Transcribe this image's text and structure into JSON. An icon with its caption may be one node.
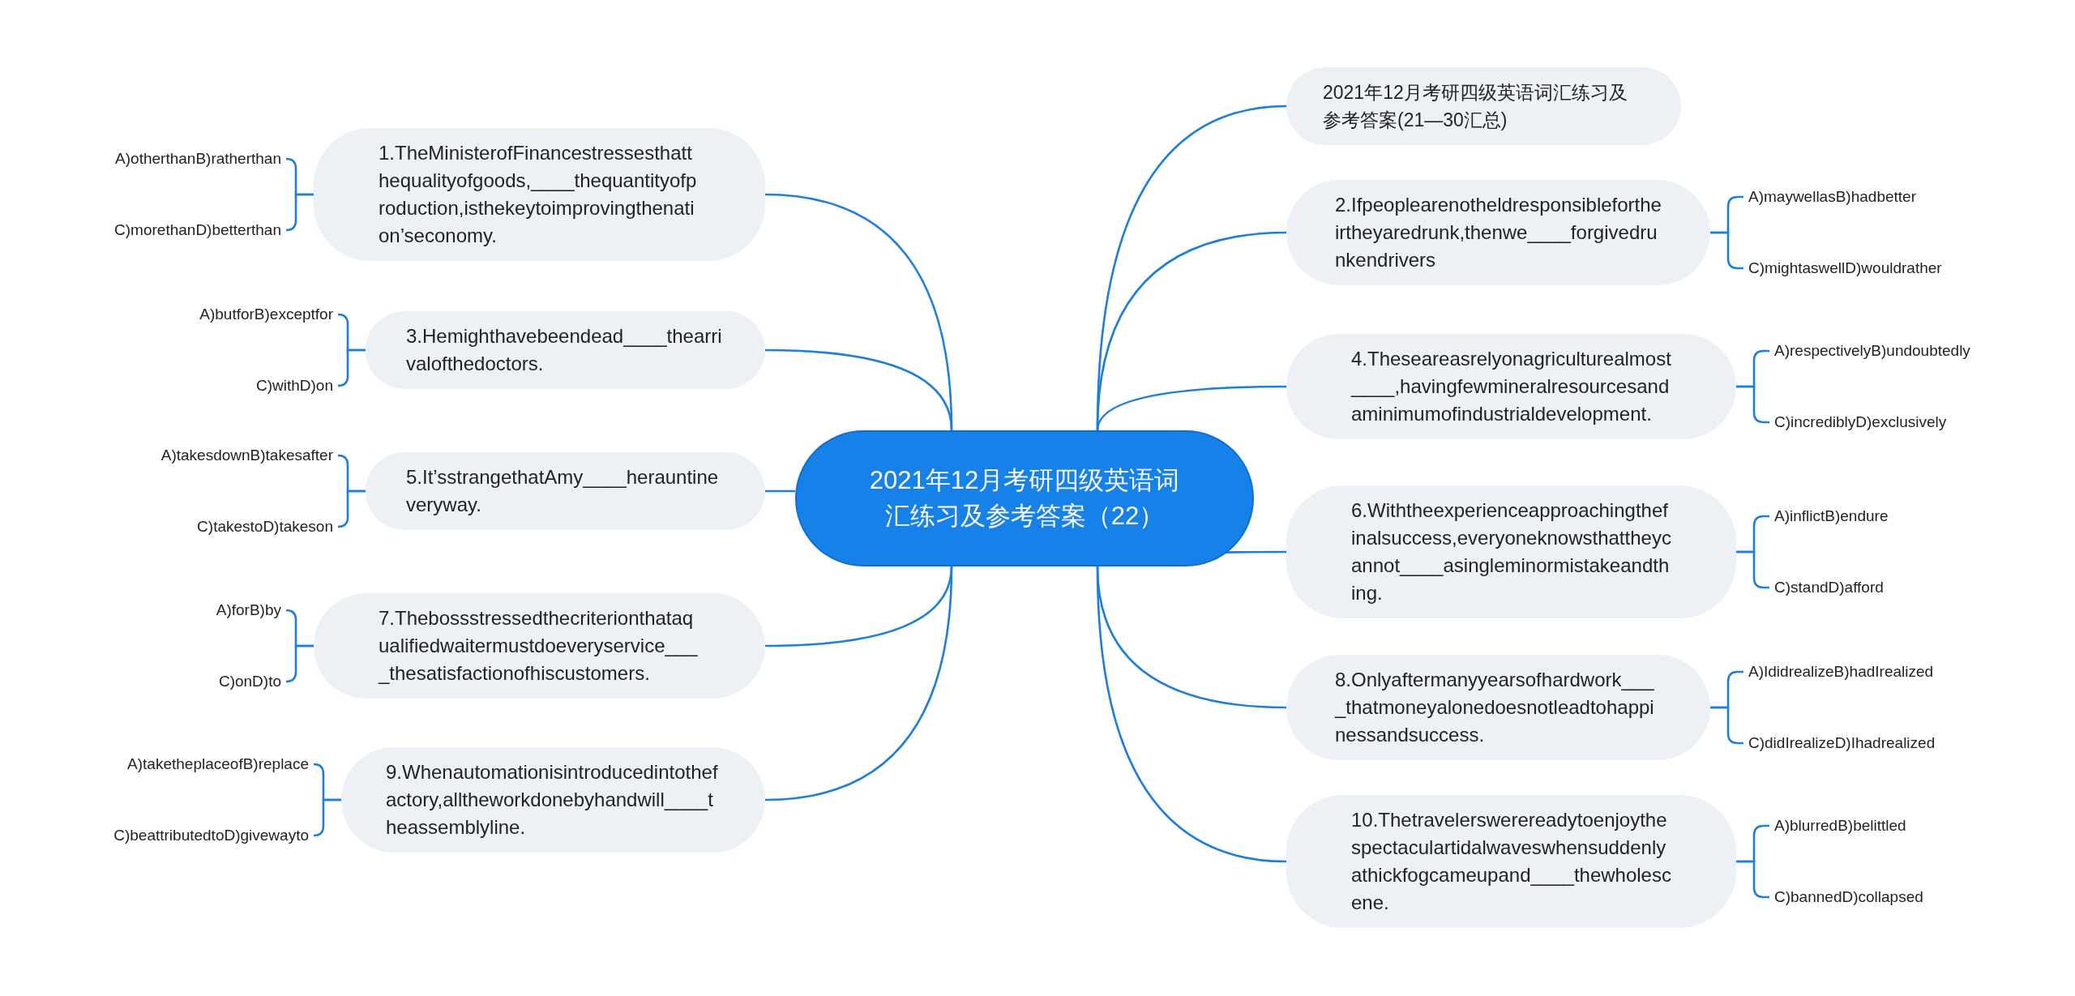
{
  "diagram": {
    "nodes": [
      {
        "text": [
          "2021年12月考研四级英语词汇练习及参考答案（22）"
        ]
      },
      {
        "text": [
          "2021年12月考研四级英语词汇练习及参考答案(21—30汇总)"
        ]
      },
      {
        "text": [
          "1.TheMinisterofFinancestressesthatthequalityofgoods,____thequantityofproduction,isthekeytoimprovingthenation’seconomy."
        ]
      },
      {
        "text": [
          "A)otherthanB)ratherthan"
        ]
      },
      {
        "text": [
          "C)morethanD)betterthan"
        ]
      },
      {
        "text": [
          "2.Ifpeoplearenotheldresponsiblefortheirtheyaredrunk,thenwe____forgivedrunkendrivers"
        ]
      },
      {
        "text": [
          "A)maywellasB)hadbetter"
        ]
      },
      {
        "text": [
          "C)mightaswellD)wouldrather"
        ]
      },
      {
        "text": [
          "3.Hemighthavebeendead____thearrivalofthedoctors."
        ]
      },
      {
        "text": [
          "A)butforB)exceptfor"
        ]
      },
      {
        "text": [
          "C)withD)on"
        ]
      },
      {
        "text": [
          "4.Theseareasrelyonagriculturealmost____,havingfewmineralresourcesandaminimumofindustrialdevelopment."
        ]
      },
      {
        "text": [
          "A)respectivelyB)undoubtedly"
        ]
      },
      {
        "text": [
          "C)incrediblyD)exclusively"
        ]
      },
      {
        "text": [
          "5.It’sstrangethatAmy____herauntineveryway."
        ]
      },
      {
        "text": [
          "A)takesdownB)takesafter"
        ]
      },
      {
        "text": [
          "C)takestoD)takeson"
        ]
      },
      {
        "text": [
          "6.Withtheexperienceapproachingthefinalsuccess,everyoneknowsthattheycannot____asingleminormistakeandthing."
        ]
      },
      {
        "text": [
          "A)inflictB)endure"
        ]
      },
      {
        "text": [
          "C)standD)afford"
        ]
      },
      {
        "text": [
          "7.Thebossstressedthecriterionthataqualifiedwaitermustdoeveryservice____thesatisfactionofhiscustomers."
        ]
      },
      {
        "text": [
          "A)forB)by"
        ]
      },
      {
        "text": [
          "C)onD)to"
        ]
      },
      {
        "text": [
          "8.Onlyaftermanyyearsofhardwork____thatmoneyalonedoesnotleadtohappinessandsuccess."
        ]
      },
      {
        "text": [
          "A)IdidrealizeB)hadIrealized"
        ]
      },
      {
        "text": [
          "C)didIrealizeD)Ihadrealized"
        ]
      },
      {
        "text": [
          "9.Whenautomationisintroducedintothefactory,alltheworkdonebyhandwill____theassemblyline."
        ]
      },
      {
        "text": [
          "A)taketheplaceofB)replace"
        ]
      },
      {
        "text": [
          "C)beattributedtoD)givewayto"
        ]
      },
      {
        "text": [
          "10.Thetravelerswerereadytoenjoythespectaculartidalwaveswhensuddenlyathickfogcameupand____thewholescene."
        ]
      },
      {
        "text": [
          "A)blurredB)belittled"
        ]
      },
      {
        "text": [
          "C)bannedD)collapsed"
        ]
      }
    ],
    "edges": [
      {
        "from": 0,
        "to": 1,
        "arrow": "none"
      },
      {
        "from": 0,
        "to": 2,
        "arrow": "none"
      },
      {
        "from": 2,
        "to": 3,
        "arrow": "none"
      },
      {
        "from": 2,
        "to": 4,
        "arrow": "none"
      },
      {
        "from": 0,
        "to": 5,
        "arrow": "none"
      },
      {
        "from": 5,
        "to": 6,
        "arrow": "none"
      },
      {
        "from": 5,
        "to": 7,
        "arrow": "none"
      },
      {
        "from": 0,
        "to": 8,
        "arrow": "none"
      },
      {
        "from": 8,
        "to": 9,
        "arrow": "none"
      },
      {
        "from": 8,
        "to": 10,
        "arrow": "none"
      },
      {
        "from": 0,
        "to": 11,
        "arrow": "none"
      },
      {
        "from": 11,
        "to": 12,
        "arrow": "none"
      },
      {
        "from": 11,
        "to": 13,
        "arrow": "none"
      },
      {
        "from": 0,
        "to": 14,
        "arrow": "none"
      },
      {
        "from": 14,
        "to": 15,
        "arrow": "none"
      },
      {
        "from": 14,
        "to": 16,
        "arrow": "none"
      },
      {
        "from": 0,
        "to": 17,
        "arrow": "none"
      },
      {
        "from": 17,
        "to": 18,
        "arrow": "none"
      },
      {
        "from": 17,
        "to": 19,
        "arrow": "none"
      },
      {
        "from": 0,
        "to": 20,
        "arrow": "none"
      },
      {
        "from": 20,
        "to": 21,
        "arrow": "none"
      },
      {
        "from": 20,
        "to": 22,
        "arrow": "none"
      },
      {
        "from": 0,
        "to": 23,
        "arrow": "none"
      },
      {
        "from": 23,
        "to": 24,
        "arrow": "none"
      },
      {
        "from": 23,
        "to": 25,
        "arrow": "none"
      },
      {
        "from": 0,
        "to": 26,
        "arrow": "none"
      },
      {
        "from": 26,
        "to": 27,
        "arrow": "none"
      },
      {
        "from": 26,
        "to": 28,
        "arrow": "none"
      },
      {
        "from": 0,
        "to": 29,
        "arrow": "none"
      },
      {
        "from": 29,
        "to": 30,
        "arrow": "none"
      },
      {
        "from": 29,
        "to": 31,
        "arrow": "none"
      }
    ]
  }
}
